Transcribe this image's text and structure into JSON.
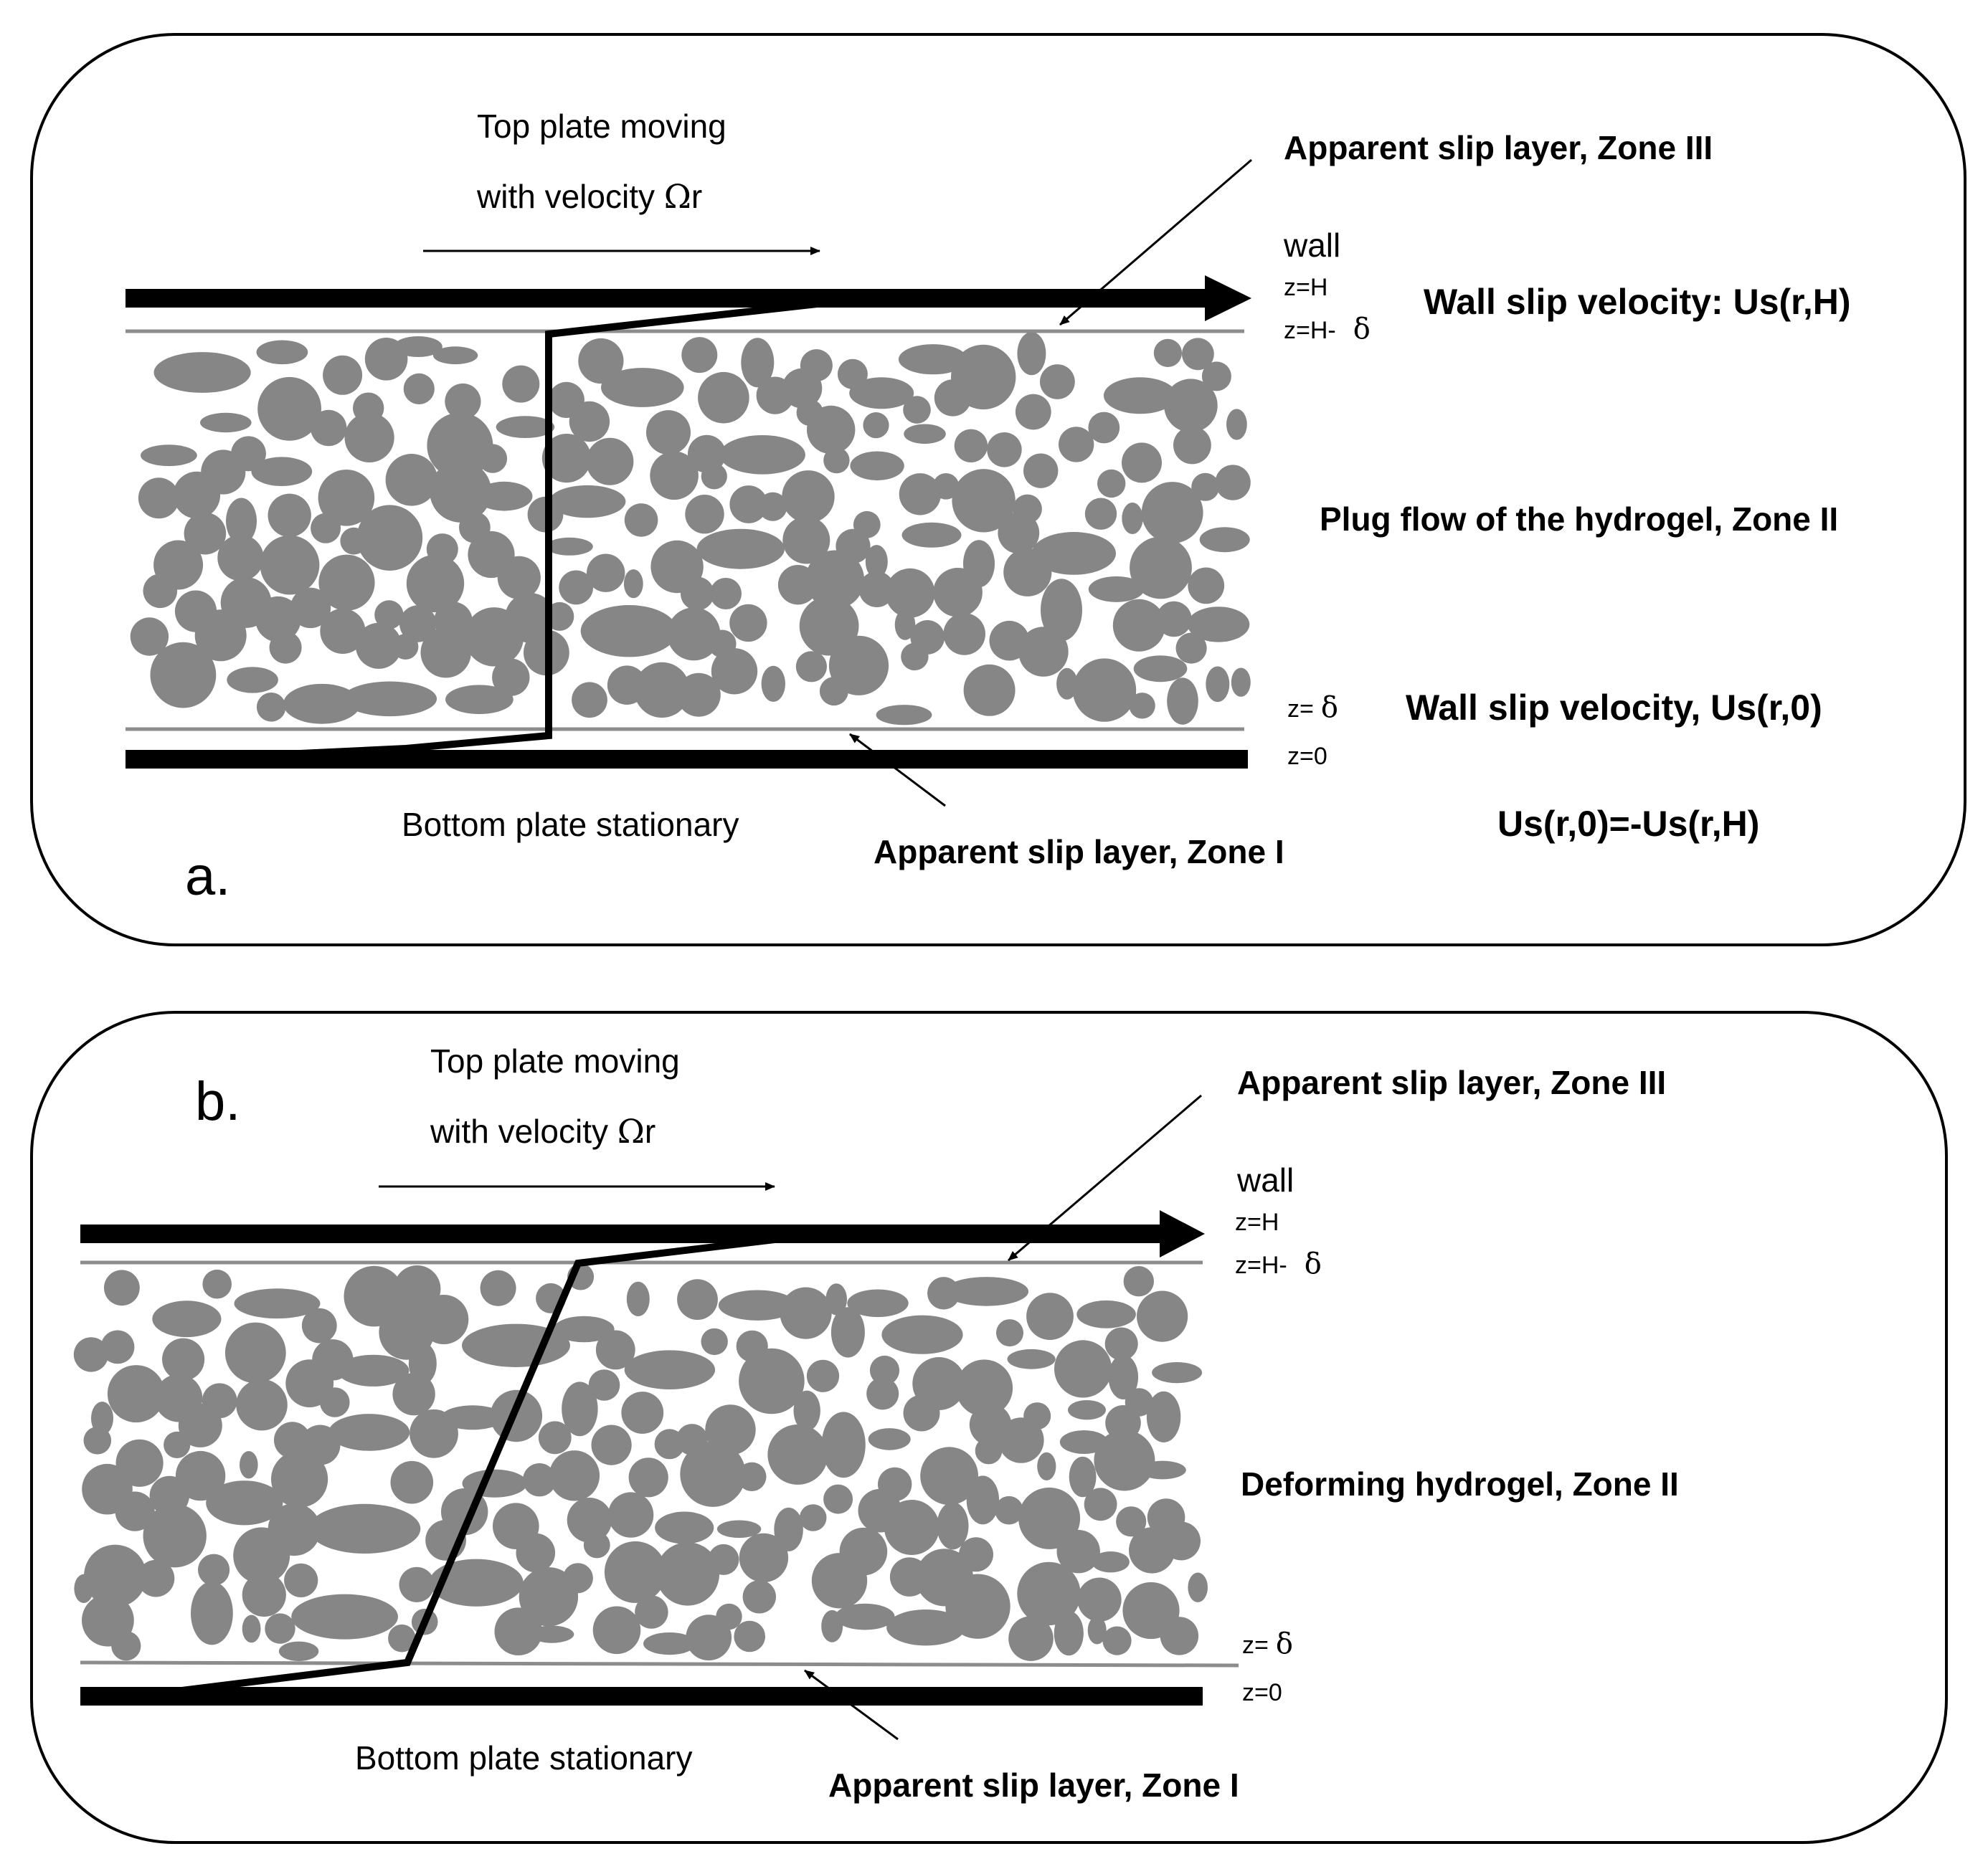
{
  "colors": {
    "background": "#ffffff",
    "panel_border": "#000000",
    "particle": "#868686",
    "slip_layer_line": "#8c8c8c",
    "plate": "#000000"
  },
  "panels": [
    {
      "label": "a.",
      "top_plate_line1": "Top plate moving",
      "top_plate_line2_prefix": "with velocity ",
      "omega": "Ω",
      "top_plate_line2_suffix": "r",
      "zone3_label": "Apparent slip layer, Zone III",
      "wall_label": "wall",
      "z_h": "z=H",
      "z_h_delta_prefix": "z=H-",
      "delta": "δ",
      "z_delta_prefix": "z=",
      "z_0": "z=0",
      "top_slip_label": "Wall slip velocity: Us(r,H)",
      "zone2_label": "Plug flow of the hydrogel, Zone II",
      "bottom_slip_label": "Wall slip velocity, Us(r,0)",
      "bottom_plate_label": "Bottom plate stationary",
      "zone1_label": "Apparent slip layer, Zone I",
      "relation": "Us(r,0)=-Us(r,H)"
    },
    {
      "label": "b.",
      "top_plate_line1": "Top plate moving",
      "top_plate_line2_prefix": "with velocity ",
      "omega": "Ω",
      "top_plate_line2_suffix": "r",
      "zone3_label": "Apparent slip layer, Zone III",
      "wall_label": "wall",
      "z_h": "z=H",
      "z_h_delta_prefix": "z=H-",
      "delta": "δ",
      "z_delta_prefix": "z=",
      "z_0": "z=0",
      "zone2_label": "Deforming hydrogel, Zone II",
      "bottom_plate_label": "Bottom plate stationary",
      "zone1_label": "Apparent slip layer, Zone I"
    }
  ]
}
